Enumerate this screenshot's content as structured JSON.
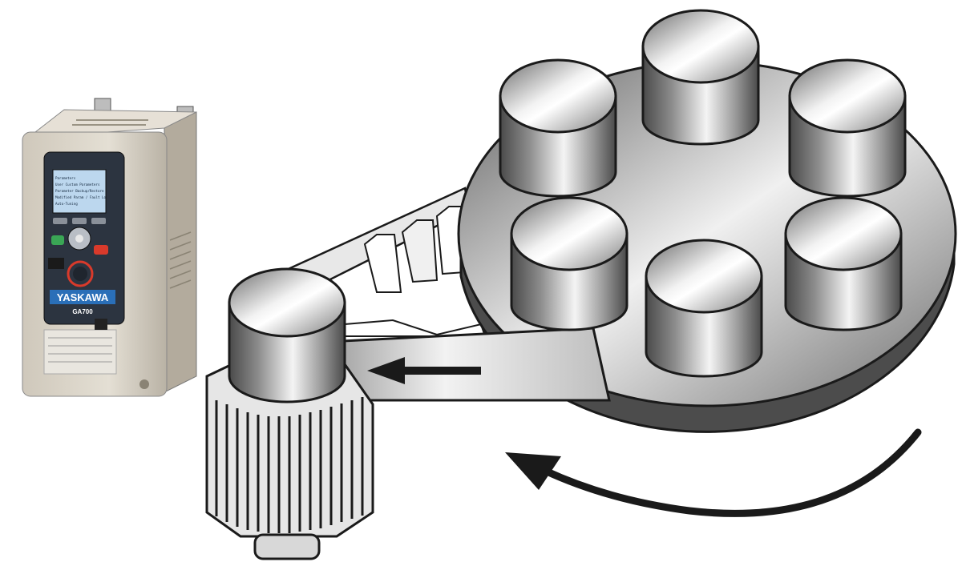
{
  "drive": {
    "brand": "YASKAWA",
    "model": "GA700",
    "screen_lines": [
      "Parameters",
      "User Custom Parameters",
      "Parameter Backup/Restore",
      "Modified Param / Fault Lo",
      "Auto-Tuning"
    ]
  },
  "colors": {
    "outline": "#1a1a1a",
    "metal_light": "#f2f2f2",
    "metal_dark": "#5a5a5a",
    "drive_body": "#d9d3c7",
    "drive_panel": "#2c3440",
    "screen": "#bcd7ee",
    "brand_blue": "#2a6fb8",
    "stop_red": "#d93a2b",
    "run_green": "#3aa655"
  },
  "icons": [
    "belt-direction-arrow-icon",
    "rotation-direction-arrow-icon"
  ]
}
